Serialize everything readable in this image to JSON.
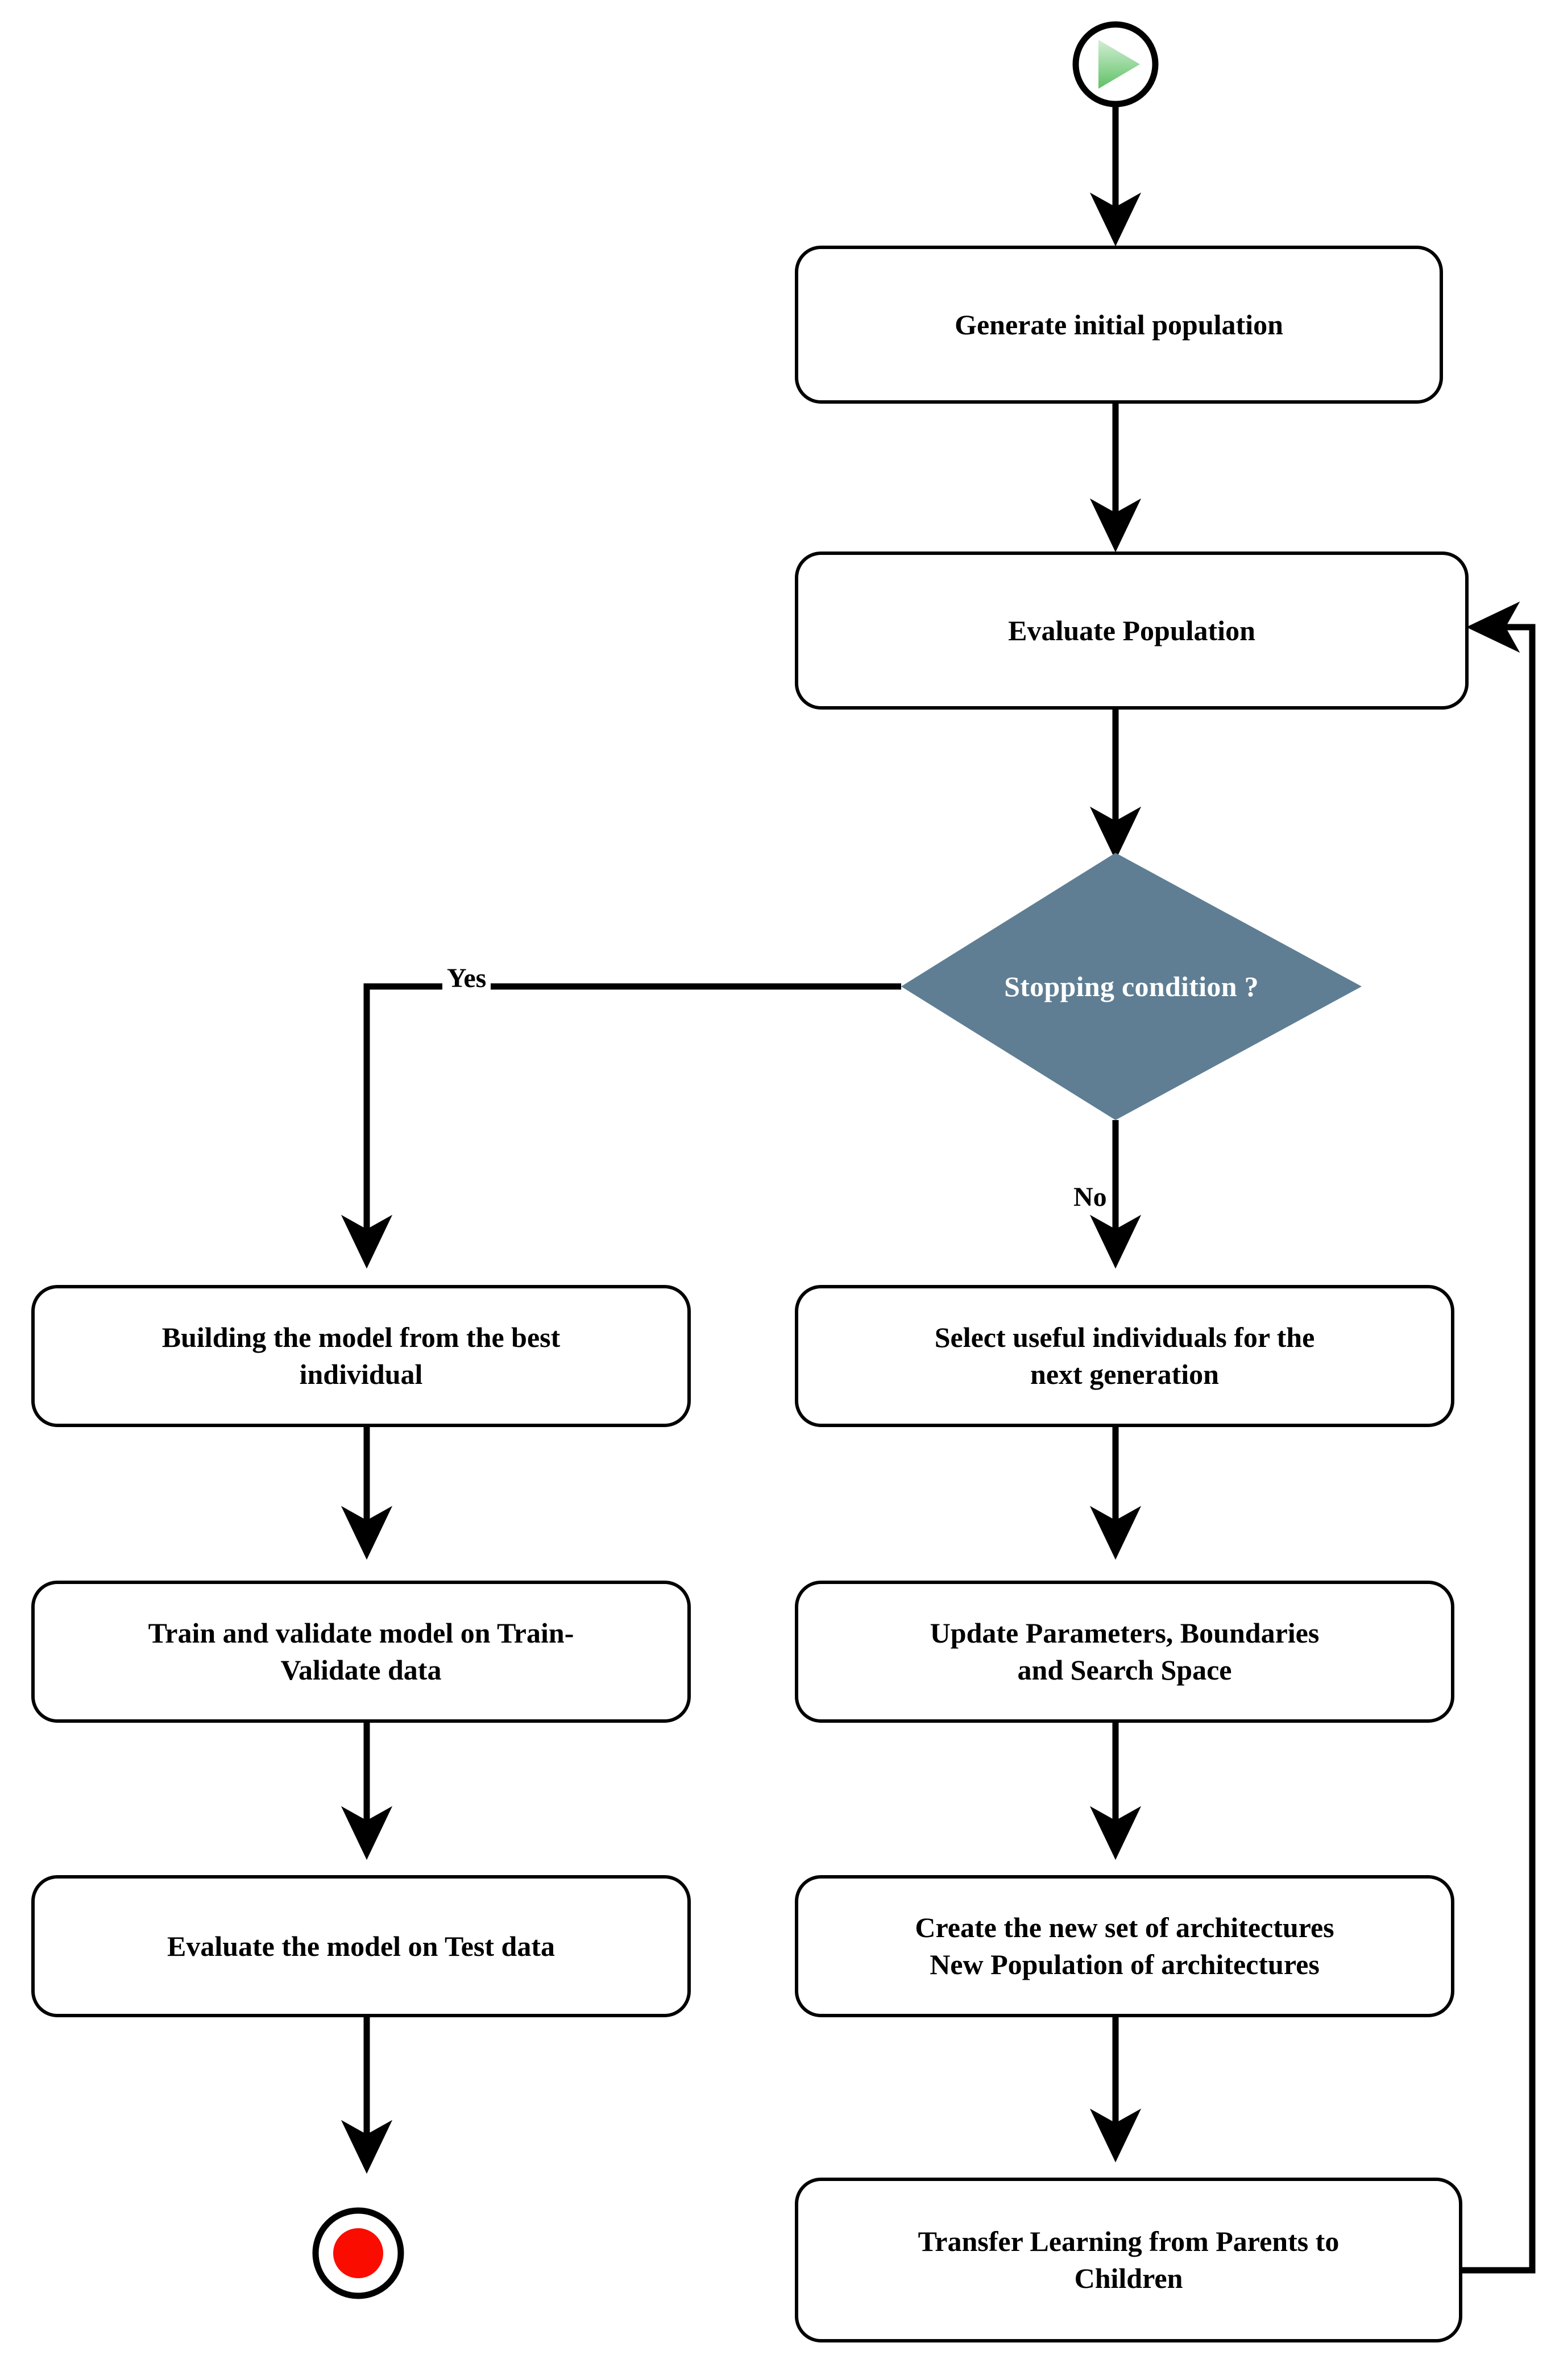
{
  "diagram": {
    "title": "Evolutionary Neural Architecture Search flowchart",
    "type": "flowchart",
    "colors": {
      "decision_fill": "#5f7e93",
      "decision_text": "#ffffff",
      "start_marker": "#6ecb73",
      "end_marker": "#fb0c00",
      "stroke": "#000000",
      "node_fill": "#ffffff",
      "background": "#ffffff"
    },
    "nodes": {
      "start": {
        "shape": "start-circle",
        "label": ""
      },
      "generate_initial_population": {
        "label": "Generate initial population"
      },
      "evaluate_population": {
        "label": "Evaluate Population"
      },
      "stopping_condition": {
        "label": "Stopping condition ?"
      },
      "building_model": {
        "line1": "Building the model from the best",
        "line2": "individual"
      },
      "train_validate": {
        "line1": "Train and validate model on Train-",
        "line2": "Validate data"
      },
      "evaluate_test": {
        "label": "Evaluate the model on Test data"
      },
      "select_individuals": {
        "line1": "Select useful individuals for the",
        "line2": "next generation"
      },
      "update_parameters": {
        "line1": "Update Parameters, Boundaries",
        "line2": "and Search Space"
      },
      "create_architectures": {
        "line1": "Create the new set of architectures",
        "line2": "New Population of architectures"
      },
      "transfer_learning": {
        "line1": "Transfer Learning from Parents to",
        "line2": "Children"
      },
      "end": {
        "shape": "end-circle",
        "label": ""
      }
    },
    "edge_labels": {
      "yes": "Yes",
      "no": "No"
    }
  }
}
